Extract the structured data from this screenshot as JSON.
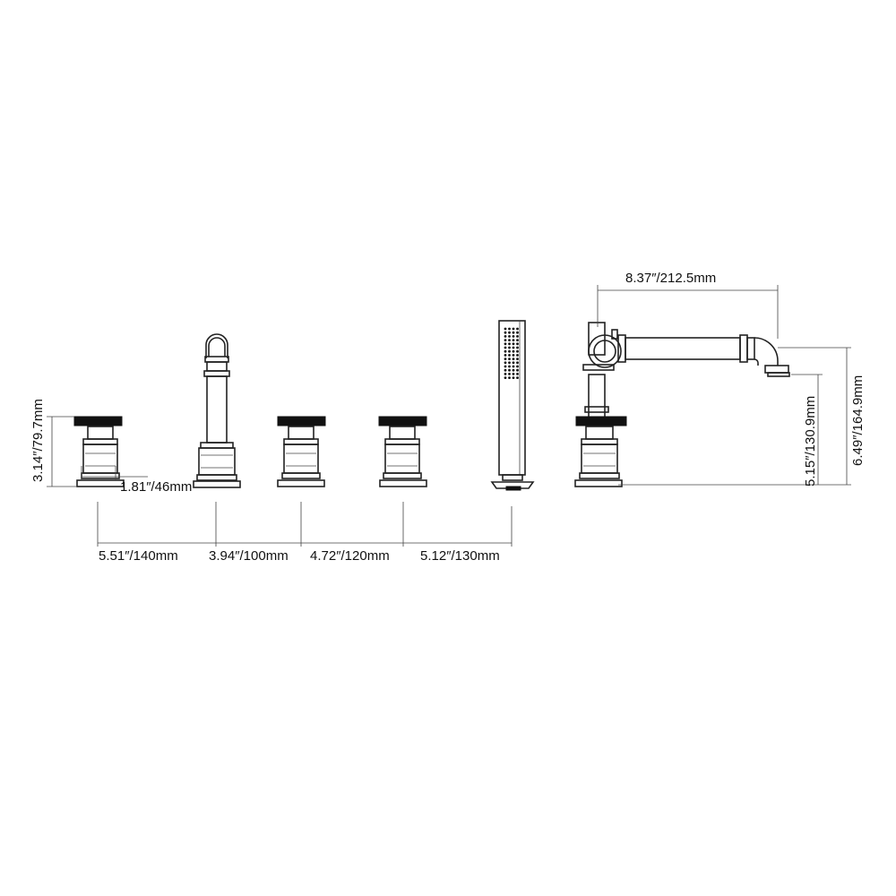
{
  "colors": {
    "line": "#222222",
    "handle": "#111111",
    "background": "#ffffff"
  },
  "dimensions": {
    "handle_height": "3.14″/79.7mm",
    "base_diameter": "1.81″/46mm",
    "spacing_1": "5.51″/140mm",
    "spacing_2": "3.94″/100mm",
    "spacing_3": "4.72″/120mm",
    "spacing_4": "5.12″/130mm",
    "spout_reach": "8.37″/212.5mm",
    "spout_outlet_height": "5.15″/130.9mm",
    "spout_total_height": "6.49″/164.9mm"
  }
}
